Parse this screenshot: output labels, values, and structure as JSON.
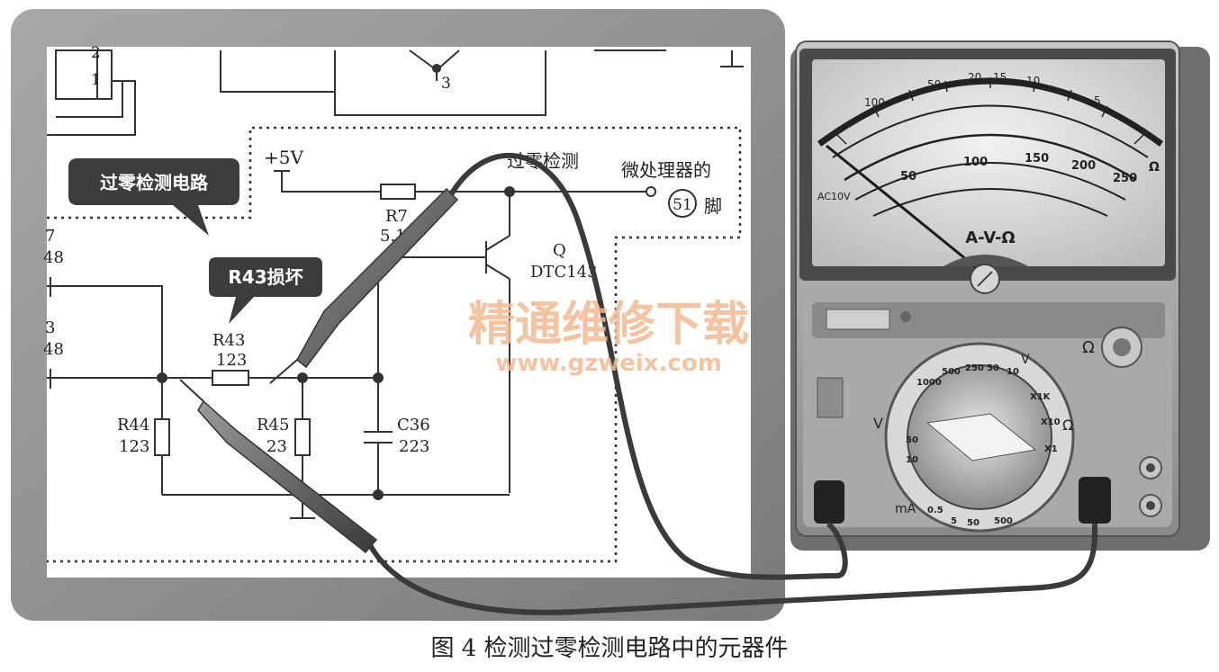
{
  "circuit": {
    "pins": [
      "2",
      "1",
      "3"
    ],
    "supply_label": "+5V",
    "node_label": "过零检测",
    "mcu_label": "微处理器的",
    "mcu_pin_number": "51",
    "mcu_pin_suffix": "脚",
    "r7_name": "R7",
    "r7_value": "5.1",
    "q_name": "Q",
    "q_model": "DTC143",
    "left_label_top_1": "7",
    "left_label_top_2": "48",
    "left_label_bottom_1": "3",
    "left_label_bottom_2": "48",
    "r43_name": "R43",
    "r43_value": "123",
    "r44_name": "R44",
    "r44_value": "123",
    "r45_name": "R45",
    "r45_value": "23",
    "c36_name": "C36",
    "c36_value": "223"
  },
  "callouts": {
    "zero_cross": "过零检测电路",
    "r43_broken": "R43损坏"
  },
  "watermark": {
    "title": "精通维修下载",
    "url": "www.gzweix.com"
  },
  "meter": {
    "scale_top": [
      "100",
      "50",
      "20",
      "15",
      "10",
      "5"
    ],
    "scale_mid": [
      "50",
      "100",
      "150",
      "200",
      "250"
    ],
    "omega_label": "Ω",
    "avo_label": "A-V-Ω",
    "ac_label": "AC10V",
    "v_label": "V",
    "ma_label": "mA",
    "dial_ticks": [
      "1000",
      "500",
      "250",
      "50",
      "10",
      "X1K",
      "X10",
      "X1",
      "500",
      "50",
      "5",
      "0.5",
      "50",
      "10"
    ]
  },
  "caption": "图 4  检测过零检测电路中的元器件"
}
